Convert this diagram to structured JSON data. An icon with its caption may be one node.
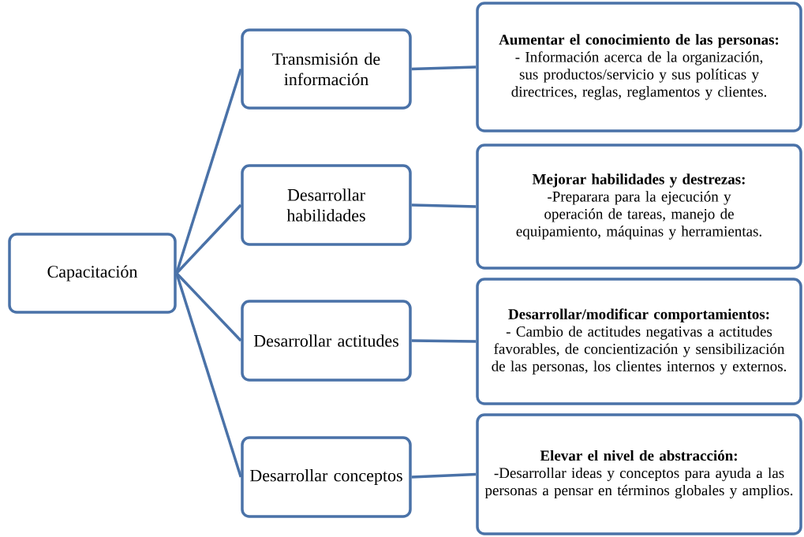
{
  "diagram": {
    "nodes": [
      {
        "text": [
          "Capacitación"
        ]
      },
      {
        "text": [
          "Transmisión de información"
        ]
      },
      {
        "text": [
          "Desarrollar habilidades"
        ]
      },
      {
        "text": [
          "Desarrollar actitudes"
        ]
      },
      {
        "text": [
          "Desarrollar conceptos"
        ]
      },
      {
        "text": [
          "Aumentar el conocimiento de las personas:",
          "- Información acerca de la organización, sus productos/servicio y sus políticas y directrices, reglas, reglamentos y clientes."
        ]
      },
      {
        "text": [
          "Mejorar habilidades y destrezas:",
          "-Preparara para la ejecución y operación de tareas, manejo de equipamiento, máquinas y herramientas."
        ]
      },
      {
        "text": [
          "Desarrollar/modificar comportamientos:",
          "- Cambio de actitudes negativas a actitudes favorables, de concientización y sensibilización de las personas, los clientes internos y externos."
        ]
      },
      {
        "text": [
          "Elevar el nivel de abstracción:",
          "-Desarrollar ideas y conceptos para ayuda a las personas a pensar en términos globales y amplios."
        ]
      }
    ],
    "edges": [
      {
        "from": 0,
        "to": 1,
        "arrow": "none"
      },
      {
        "from": 0,
        "to": 2,
        "arrow": "none"
      },
      {
        "from": 0,
        "to": 3,
        "arrow": "none"
      },
      {
        "from": 0,
        "to": 4,
        "arrow": "none"
      },
      {
        "from": 1,
        "to": 5,
        "arrow": "none"
      },
      {
        "from": 2,
        "to": 6,
        "arrow": "none"
      },
      {
        "from": 3,
        "to": 7,
        "arrow": "none"
      },
      {
        "from": 4,
        "to": 8,
        "arrow": "none"
      }
    ]
  }
}
